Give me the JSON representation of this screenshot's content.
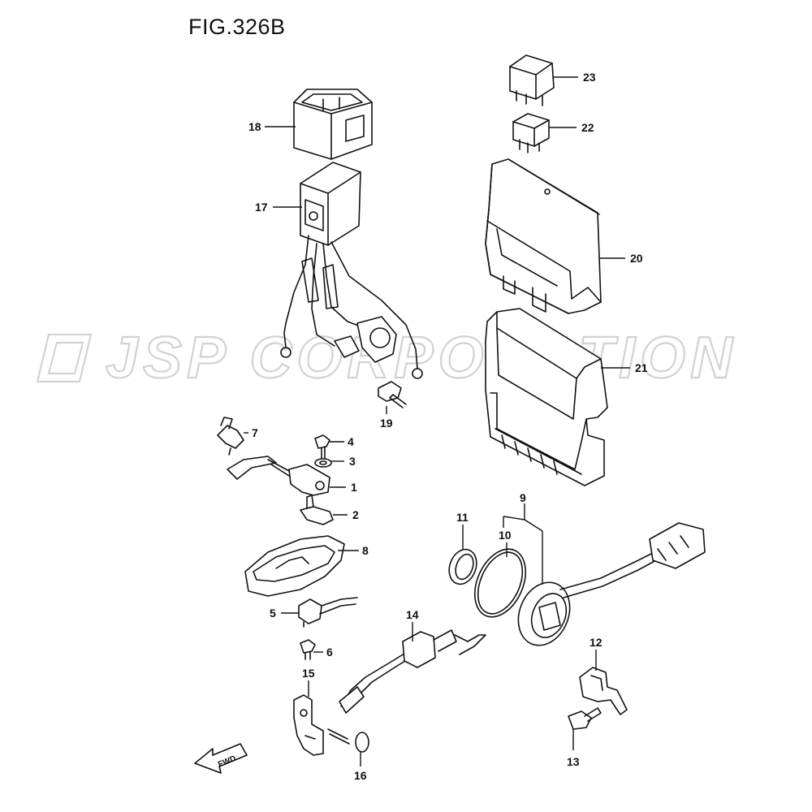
{
  "figure": {
    "title": "FIG.326B"
  },
  "watermark": {
    "text": "JSP CORPORATION"
  },
  "direction_arrow": {
    "label": "FWD"
  },
  "callouts": [
    "1",
    "2",
    "3",
    "4",
    "5",
    "6",
    "7",
    "8",
    "9",
    "10",
    "11",
    "12",
    "13",
    "14",
    "15",
    "16",
    "17",
    "18",
    "19",
    "20",
    "21",
    "22",
    "23"
  ]
}
